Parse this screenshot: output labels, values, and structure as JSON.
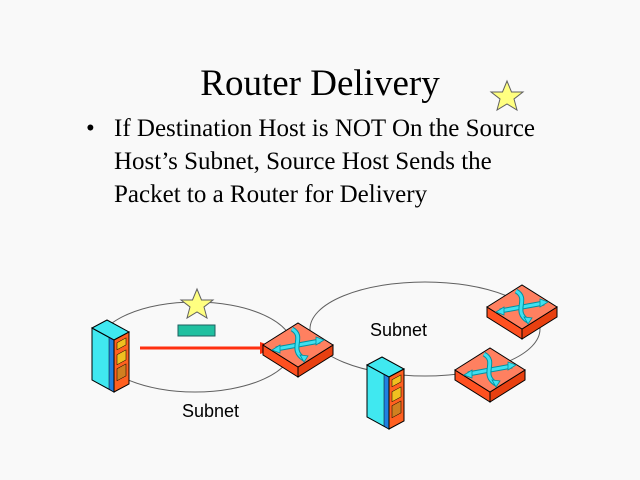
{
  "slide": {
    "title": "Router Delivery",
    "bullet_symbol": "•",
    "bullets": [
      "If Destination Host is NOT On the Source Host’s Subnet, Source Host Sends the Packet to a Router for Delivery"
    ]
  },
  "diagram": {
    "subnet_labels": [
      "Subnet",
      "Subnet"
    ],
    "colors": {
      "router_top": "#ff8060",
      "router_side": "#ff5020",
      "router_arrows": "#40e0f0",
      "server_front": "#40e8f0",
      "server_panel": "#ff6020",
      "packet": "#20c0a0",
      "arrow": "#ff3010",
      "star": "#ffff80",
      "ellipse": "#606060"
    }
  }
}
